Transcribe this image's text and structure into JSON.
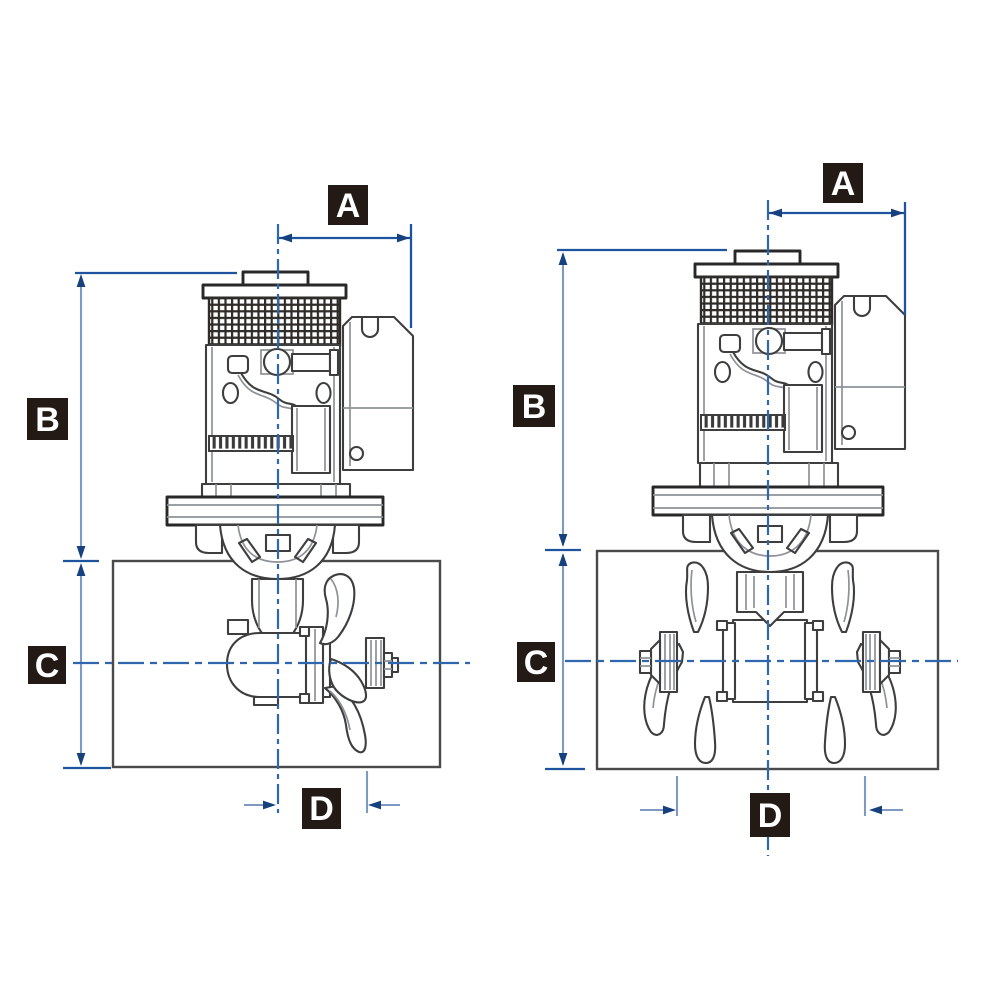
{
  "background": "#ffffff",
  "colors": {
    "dimension_line": "#1e549e",
    "extension_line": "#8099c2",
    "centerline": "#2f67ae",
    "arrowhead": "#16417e",
    "drawing_outline": "#3e3e3e",
    "tunnel_outline": "#4a4a4a",
    "label_background": "#231a15",
    "label_text": "#ffffff"
  },
  "views": [
    {
      "dimension_labels": [
        "A",
        "B",
        "C",
        "D"
      ]
    },
    {
      "dimension_labels": [
        "A",
        "B",
        "C",
        "D"
      ]
    }
  ]
}
